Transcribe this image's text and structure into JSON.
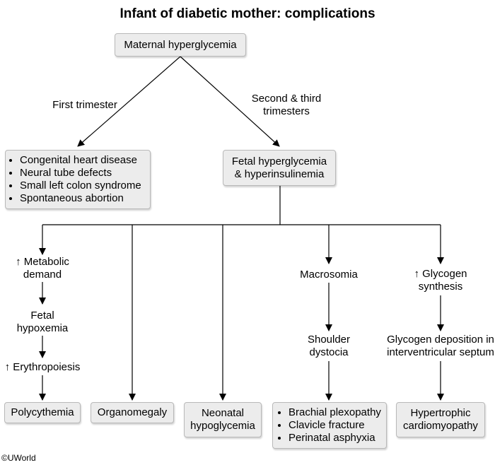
{
  "title": "Infant of diabetic mother: complications",
  "nodes": {
    "root": "Maternal hyperglycemia",
    "first_trimester_label": "First trimester",
    "second_third_label_1": "Second & third",
    "second_third_label_2": "trimesters",
    "first_trimester_list": [
      "Congenital heart disease",
      "Neural tube defects",
      "Small left colon syndrome",
      "Spontaneous abortion"
    ],
    "fetal_line1": "Fetal hyperglycemia",
    "fetal_line2": "& hyperinsulinemia",
    "metabolic_1": "↑ Metabolic",
    "metabolic_2": "demand",
    "hypoxemia_1": "Fetal",
    "hypoxemia_2": "hypoxemia",
    "erythropoiesis": "↑ Erythropoiesis",
    "polycythemia": "Polycythemia",
    "organomegaly": "Organomegaly",
    "neonatal_1": "Neonatal",
    "neonatal_2": "hypoglycemia",
    "macrosomia": "Macrosomia",
    "shoulder_1": "Shoulder",
    "shoulder_2": "dystocia",
    "macrosomia_list": [
      "Brachial plexopathy",
      "Clavicle fracture",
      "Perinatal asphyxia"
    ],
    "glycogen_1": "↑ Glycogen",
    "glycogen_2": "synthesis",
    "deposition_1": "Glycogen deposition in",
    "deposition_2": "interventricular septum",
    "cardio_1": "Hypertrophic",
    "cardio_2": "cardiomyopathy"
  },
  "copyright": "©UWorld"
}
